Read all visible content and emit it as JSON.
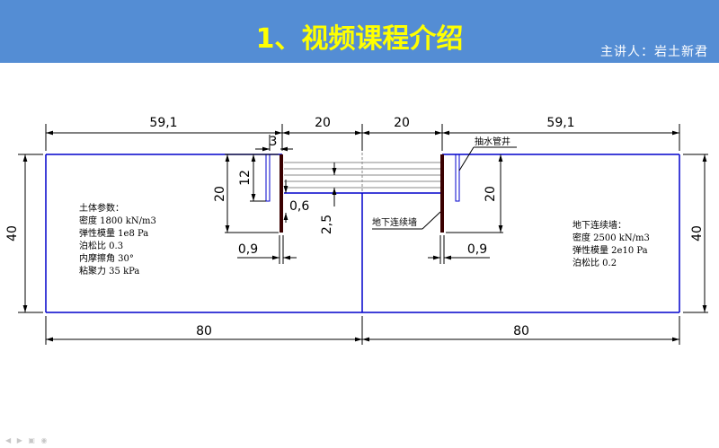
{
  "header": {
    "title": "1、视频课程介绍",
    "presenter": "主讲人：岩土新君"
  },
  "drawing": {
    "dimensions": {
      "left_top_width": "59,1",
      "center_left_width": "20",
      "center_right_width": "20",
      "right_top_width": "59,1",
      "strut_gap": "3",
      "left_wall_depth": "20",
      "left_pit_depth": "12",
      "strut_offset": "0,6",
      "level_step": "2,5",
      "right_wall_depth": "20",
      "left_wall_thickness": "0,9",
      "right_wall_thickness": "0,9",
      "model_height_left": "40",
      "model_height_right": "40",
      "bottom_left_width": "80",
      "bottom_right_width": "80"
    },
    "labels": {
      "pump_well": "抽水管井",
      "diaphragm_wall": "地下连续墙"
    },
    "soil_params": {
      "heading": "土体参数：",
      "lines": [
        "密度 1800 kN/m3",
        "弹性模量 1e8 Pa",
        "泊松比  0.3",
        "内摩擦角 30°",
        "粘聚力  35 kPa"
      ]
    },
    "wall_params": {
      "heading": "地下连续墙：",
      "lines": [
        "密度 2500 kN/m3",
        "弹性模量 2e10 Pa",
        "泊松比  0.2"
      ]
    }
  }
}
